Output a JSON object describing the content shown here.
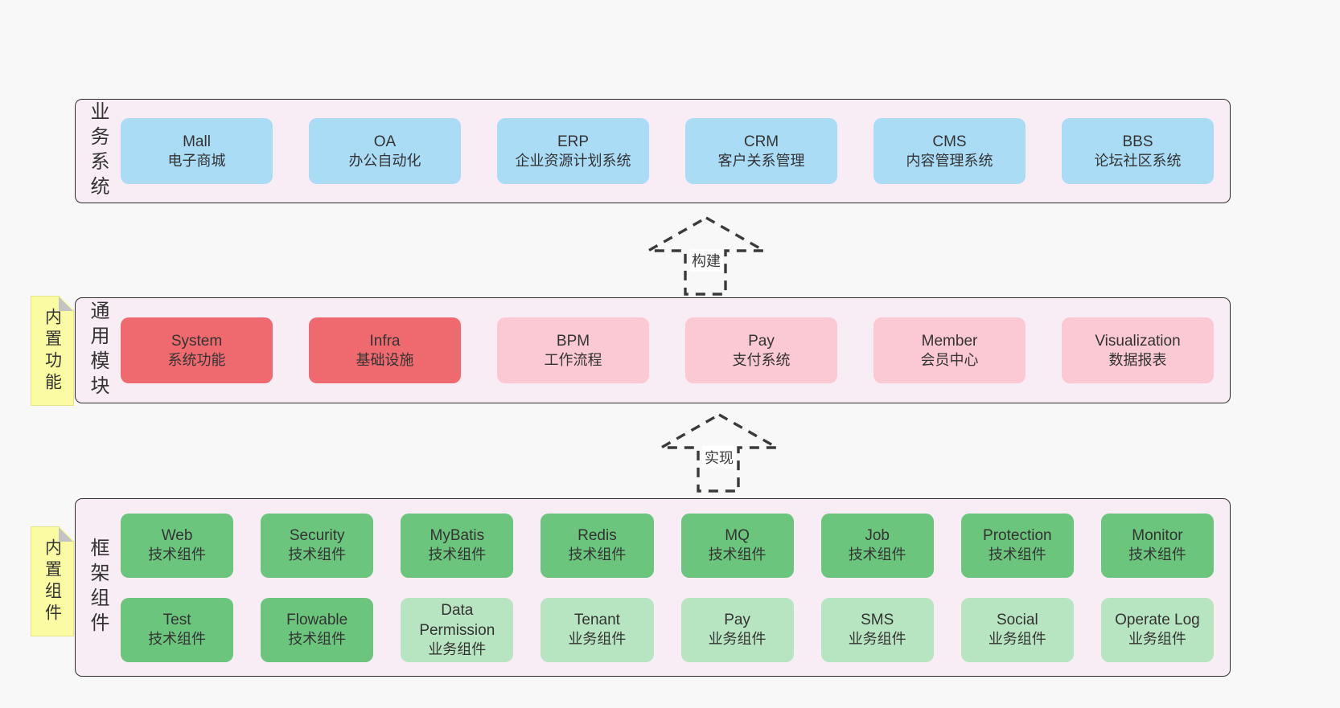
{
  "colors": {
    "page_bg": "#f8f8f8",
    "container_bg": "#f8ecf5",
    "container_border": "#2d2d2d",
    "blue": "#aadcf5",
    "red": "#ef6a6e",
    "pink": "#fac9d3",
    "green": "#6bc57d",
    "lightgreen": "#b8e5c1",
    "sticky_yellow": "#fbfba3",
    "text": "#333333"
  },
  "business": {
    "label": "业务系统",
    "boxes": [
      {
        "name": "Mall",
        "subtitle": "电子商城",
        "variant": "blue"
      },
      {
        "name": "OA",
        "subtitle": "办公自动化",
        "variant": "blue"
      },
      {
        "name": "ERP",
        "subtitle": "企业资源计划系统",
        "variant": "blue"
      },
      {
        "name": "CRM",
        "subtitle": "客户关系管理",
        "variant": "blue"
      },
      {
        "name": "CMS",
        "subtitle": "内容管理系统",
        "variant": "blue"
      },
      {
        "name": "BBS",
        "subtitle": "论坛社区系统",
        "variant": "blue"
      }
    ]
  },
  "modules": {
    "label": "通用模块",
    "sticky": "内置功能",
    "boxes": [
      {
        "name": "System",
        "subtitle": "系统功能",
        "variant": "red"
      },
      {
        "name": "Infra",
        "subtitle": "基础设施",
        "variant": "red"
      },
      {
        "name": "BPM",
        "subtitle": "工作流程",
        "variant": "pink"
      },
      {
        "name": "Pay",
        "subtitle": "支付系统",
        "variant": "pink"
      },
      {
        "name": "Member",
        "subtitle": "会员中心",
        "variant": "pink"
      },
      {
        "name": "Visualization",
        "subtitle": "数据报表",
        "variant": "pink"
      }
    ]
  },
  "components": {
    "label": "框架组件",
    "sticky": "内置组件",
    "row1": [
      {
        "name": "Web",
        "subtitle": "技术组件",
        "variant": "green"
      },
      {
        "name": "Security",
        "subtitle": "技术组件",
        "variant": "green"
      },
      {
        "name": "MyBatis",
        "subtitle": "技术组件",
        "variant": "green"
      },
      {
        "name": "Redis",
        "subtitle": "技术组件",
        "variant": "green"
      },
      {
        "name": "MQ",
        "subtitle": "技术组件",
        "variant": "green"
      },
      {
        "name": "Job",
        "subtitle": "技术组件",
        "variant": "green"
      },
      {
        "name": "Protection",
        "subtitle": "技术组件",
        "variant": "green"
      },
      {
        "name": "Monitor",
        "subtitle": "技术组件",
        "variant": "green"
      }
    ],
    "row2": [
      {
        "name": "Test",
        "subtitle": "技术组件",
        "variant": "green"
      },
      {
        "name": "Flowable",
        "subtitle": "技术组件",
        "variant": "green"
      },
      {
        "name": "Data Permission",
        "subtitle": "业务组件",
        "variant": "lightgreen"
      },
      {
        "name": "Tenant",
        "subtitle": "业务组件",
        "variant": "lightgreen"
      },
      {
        "name": "Pay",
        "subtitle": "业务组件",
        "variant": "lightgreen"
      },
      {
        "name": "SMS",
        "subtitle": "业务组件",
        "variant": "lightgreen"
      },
      {
        "name": "Social",
        "subtitle": "业务组件",
        "variant": "lightgreen"
      },
      {
        "name": "Operate Log",
        "subtitle": "业务组件",
        "variant": "lightgreen"
      }
    ]
  },
  "arrows": {
    "build": "构建",
    "implement": "实现"
  }
}
